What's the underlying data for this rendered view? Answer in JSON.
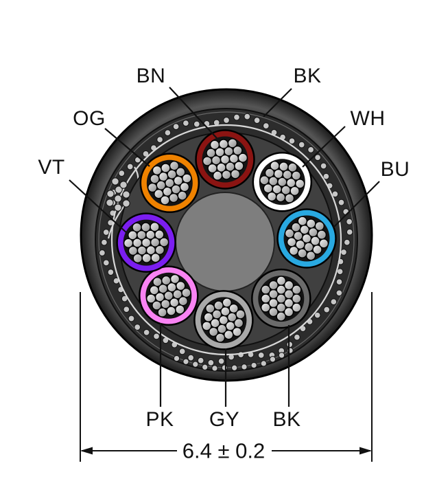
{
  "diagram": {
    "type": "cable-cross-section",
    "core_count": 8
  },
  "callouts": {
    "bn": "BN",
    "bk_jacket": "BK",
    "og": "OG",
    "wh": "WH",
    "vt": "VT",
    "bu": "BU",
    "pk": "PK",
    "gy": "GY",
    "bk_core": "BK"
  },
  "dimension": {
    "text": "6.4 ± 0.2"
  },
  "conductors": [
    {
      "id": "og",
      "label": "OG",
      "color": "#EF8200",
      "angle_deg": -135
    },
    {
      "id": "bn",
      "label": "BN",
      "color": "#8B1412",
      "angle_deg": -91
    },
    {
      "id": "wh",
      "label": "WH",
      "color": "#FFFFFF",
      "angle_deg": -46
    },
    {
      "id": "bu",
      "label": "BU",
      "color": "#29A9E1",
      "angle_deg": -1
    },
    {
      "id": "bk",
      "label": "BK",
      "color": "#6B6B6B",
      "angle_deg": 47
    },
    {
      "id": "gy",
      "label": "GY",
      "color": "#A9A9A9",
      "angle_deg": 92
    },
    {
      "id": "pk",
      "label": "PK",
      "color": "#F983F3",
      "angle_deg": 136
    },
    {
      "id": "vt",
      "label": "VT",
      "color": "#7B1EF0",
      "angle_deg": 178
    }
  ],
  "colors": {
    "outline": "#000000",
    "jacket_edge": "#262626",
    "jacket_mid": "#565656",
    "jacket_inner": "#333333",
    "braid_zone": "#2C2C2C",
    "interior": "#404040",
    "filler": "#7E7E7E",
    "foil": "#D8D8D8",
    "braid_dot": "#C6C6C6",
    "strand_light": "#F5F5F5",
    "strand_dark": "#9E9E9E",
    "strand_backdrop": "#141414",
    "line": "#111111"
  }
}
